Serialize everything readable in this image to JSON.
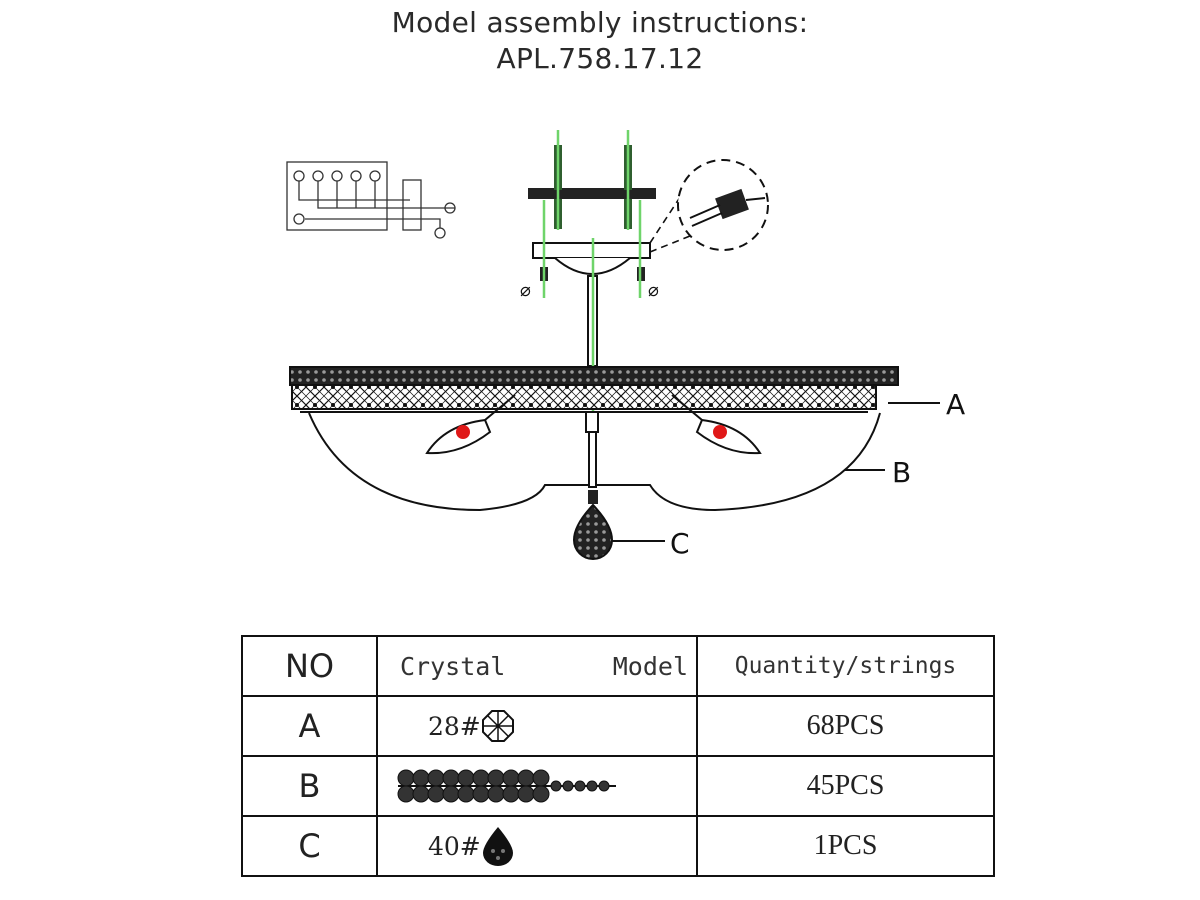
{
  "title": {
    "line1": "Model assembly instructions:",
    "line2": "APL.758.17.12"
  },
  "diagram": {
    "labels": {
      "a": "A",
      "b": "B",
      "c": "C"
    },
    "colors": {
      "guide_line": "#6fd46a",
      "bulb": "#e01818",
      "ink": "#111111"
    },
    "icons": [
      "wiring-schematic-icon",
      "mounting-screw-icon",
      "connector-detail-icon",
      "bulb-icon",
      "pendant-crystal-icon"
    ]
  },
  "table": {
    "headers": {
      "no": "NO",
      "crystal": "Crystal",
      "model": "Model",
      "quantity": "Quantity/strings"
    },
    "rows": [
      {
        "no": "A",
        "model": "28#",
        "icon": "octagon-crystal-icon",
        "quantity": "68PCS"
      },
      {
        "no": "B",
        "model": "",
        "icon": "crystal-string-icon",
        "quantity": "45PCS"
      },
      {
        "no": "C",
        "model": "40#",
        "icon": "teardrop-crystal-icon",
        "quantity": "1PCS"
      }
    ]
  }
}
